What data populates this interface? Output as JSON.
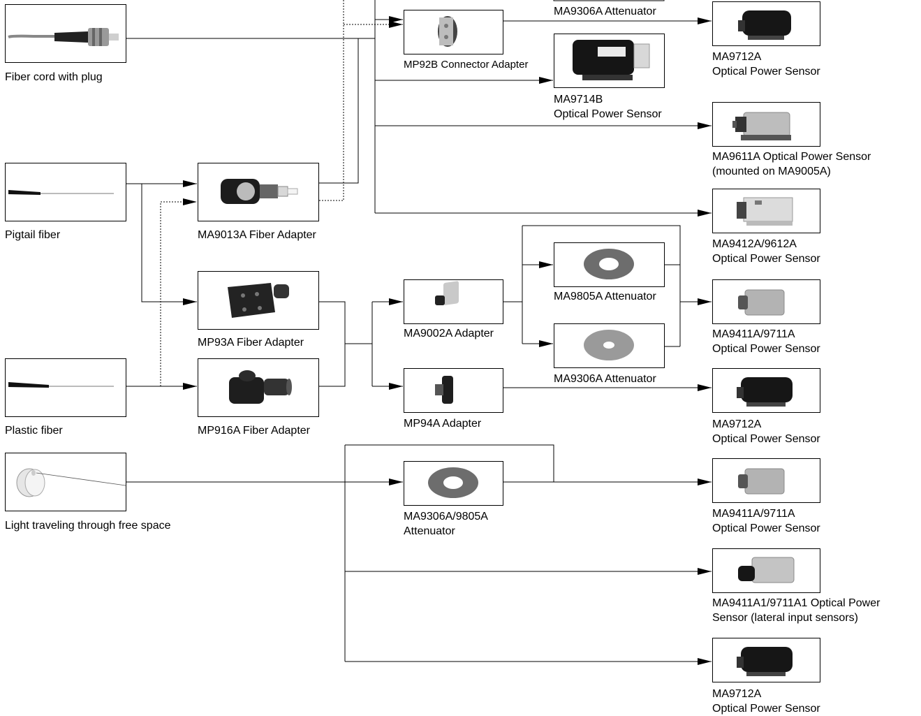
{
  "diagram": {
    "sources": {
      "fiber_cord": "Fiber cord with plug",
      "pigtail": "Pigtail fiber",
      "plastic": "Plastic fiber",
      "free_space": "Light traveling through free space"
    },
    "adapters": {
      "ma9013a": "MA9013A Fiber Adapter",
      "mp93a": "MP93A Fiber Adapter",
      "mp916a": "MP916A Fiber Adapter",
      "mp92b": "MP92B Connector Adapter",
      "ma9002a": "MA9002A Adapter",
      "mp94a": "MP94A Adapter"
    },
    "attenuators": {
      "top": "MA9306A Attenuator",
      "ma9805a": "MA9805A Attenuator",
      "ma9306a": "MA9306A Attenuator",
      "free_line1": "MA9306A/9805A",
      "free_line2": "Attenuator"
    },
    "sensors": {
      "s1_line1": "MA9712A",
      "s1_line2": "Optical Power Sensor",
      "s2_line1": "MA9714B",
      "s2_line2": "Optical Power Sensor",
      "s3_line1": "MA9611A Optical Power Sensor",
      "s3_line2": "(mounted on MA9005A)",
      "s4_line1": "MA9412A/9612A",
      "s4_line2": "Optical Power Sensor",
      "s5_line1": "MA9411A/9711A",
      "s5_line2": "Optical Power Sensor",
      "s6_line1": "MA9712A",
      "s6_line2": "Optical Power Sensor",
      "s7_line1": "MA9411A/9711A",
      "s7_line2": "Optical Power Sensor",
      "s8_line1": "MA9411A1/9711A1 Optical Power",
      "s8_line2": "Sensor (lateral input sensors)",
      "s9_line1": "MA9712A",
      "s9_line2": "Optical Power Sensor"
    }
  }
}
